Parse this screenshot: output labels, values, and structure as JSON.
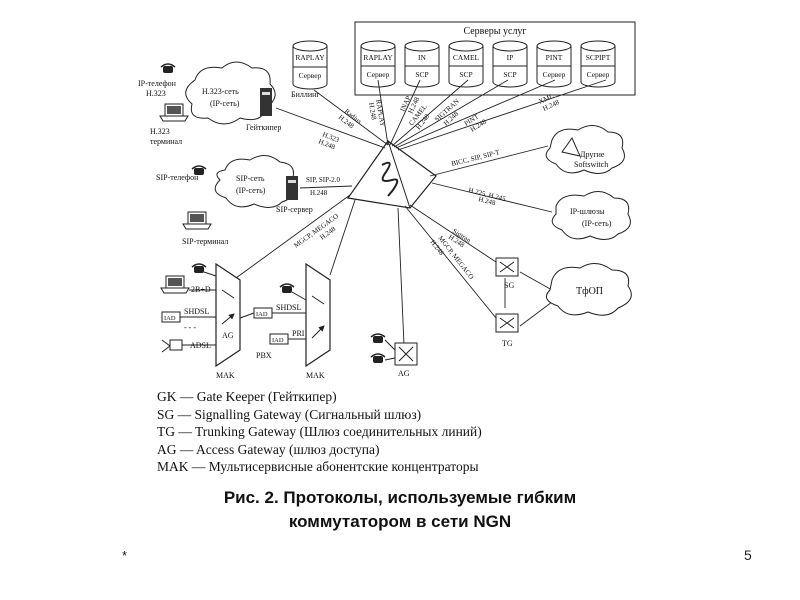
{
  "diagram": {
    "services_title": "Серверы услуг",
    "service_servers": [
      {
        "name": "RAPLAY",
        "role": "Сервер"
      },
      {
        "name": "IN",
        "role": "SCP"
      },
      {
        "name": "CAMEL",
        "role": "SCP"
      },
      {
        "name": "IP",
        "role": "SCP"
      },
      {
        "name": "PINT",
        "role": "Сервер"
      },
      {
        "name": "SCPIPT",
        "role": "Сервер"
      }
    ],
    "raplay_server": {
      "name": "RAPLAY",
      "role": "Сервер"
    },
    "billing_label": "Биллинг",
    "h323_net": {
      "line1": "H.323-сеть",
      "line2": "(IP-сеть)"
    },
    "ip_phone": {
      "line1": "IP-телефон",
      "line2": "H.323"
    },
    "h323_terminal": {
      "line1": "H.323",
      "line2": "терминал"
    },
    "gatekeeper_label": "Гейткипер",
    "sip_net": {
      "line1": "SIP-сеть",
      "line2": "(IP-сеть)"
    },
    "sip_phone": "SIP-телефон",
    "sip_server": "SIP-сервер",
    "sip_terminal": "SIP-терминал",
    "other_softswitch": {
      "line1": "Другие",
      "line2": "Softswitch"
    },
    "ip_gateways": {
      "line1": "IP-шлюзы",
      "line2": "(IP-сеть)"
    },
    "pstn": "ТфОП",
    "sg_label": "SG",
    "tg_label": "TG",
    "ag_label": "AG",
    "ag_label_mak": "AG",
    "mak_label_1": "MAK",
    "mak_label_2": "MAK",
    "pbx_label": "PBX",
    "iad_label": "IAD",
    "line_2bd": "2B+D",
    "line_shdsl": "SHDSL",
    "line_adsl": "ADSL",
    "line_pri": "PRI",
    "dashes": "- - -",
    "protocols": {
      "radius": "Radius",
      "h248_a": "H.248",
      "raplay": "RAPLAY",
      "h248_b": "H.248",
      "inap": "INAP",
      "h248_c": "H.248",
      "camel": "CAMEL",
      "h248_d": "H.248",
      "sigtran_top": "SIGTRAN",
      "h248_e": "H.248",
      "pint": "PINT",
      "h248_f": "H.248",
      "xml": "XML",
      "h248_g": "H.248",
      "h323": "H.323",
      "h248_h": "H.248",
      "sip": "SIP, SIP-2.0",
      "h248_i": "H.248",
      "bicc": "BICC, SIP, SIP-T",
      "h225": "H.225, H.245",
      "h248_j": "H.248",
      "mgcp_left": "MGCP, MEGACO",
      "h248_k": "H.248",
      "sigtran_sg": "Sigtran",
      "h248_l": "H.248",
      "mgcp_right": "MGCP, MEGACO",
      "h248_m": "H.248"
    }
  },
  "legend": [
    "GK — Gate Keeper (Гейткипер)",
    "SG — Signalling Gateway (Сигнальный шлюз)",
    "TG — Trunking Gateway (Шлюз соединительных линий)",
    "AG — Access Gateway (шлюз доступа)",
    "MAK — Мультисервисные абонентские концентраторы"
  ],
  "caption": {
    "line1": "Рис. 2.  Протоколы, используемые гибким",
    "line2": "коммутатором в сети NGN"
  },
  "footer": {
    "star": "*",
    "page": "5"
  }
}
